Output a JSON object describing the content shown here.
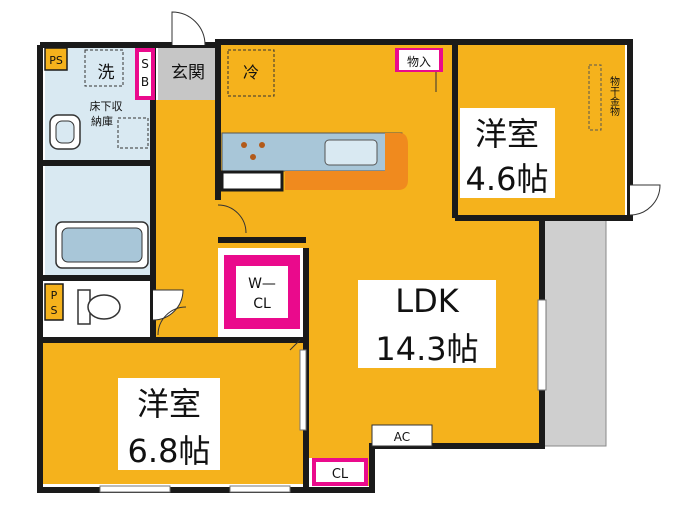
{
  "rooms": {
    "ldk": {
      "name": "LDK",
      "size": "14.3帖"
    },
    "western_a": {
      "name": "洋室",
      "size": "4.6帖"
    },
    "western_b": {
      "name": "洋室",
      "size": "6.8帖"
    }
  },
  "labels": {
    "ps_top": "PS",
    "laundry": "洗",
    "sb_s": "S",
    "sb_b": "B",
    "entrance": "玄関",
    "fridge": "冷",
    "storage_in": "物入",
    "underfloor_1": "床下収",
    "underfloor_2": "納庫",
    "drying_rack": "物干金物",
    "wcl_1": "W—",
    "wcl_2": "CL",
    "ps_bottom_p": "P",
    "ps_bottom_s": "S",
    "ac": "AC",
    "cl": "CL"
  },
  "colors": {
    "floor": "#f5b21c",
    "closet": "#ea0a8c",
    "service": "#d9e9f2",
    "wall": "#1a1a1a",
    "balcony": "#cfcfcf",
    "counter": "#a8c6d8",
    "counter_orange": "#f08a1e",
    "entrance_gray": "#c6c6c6"
  }
}
